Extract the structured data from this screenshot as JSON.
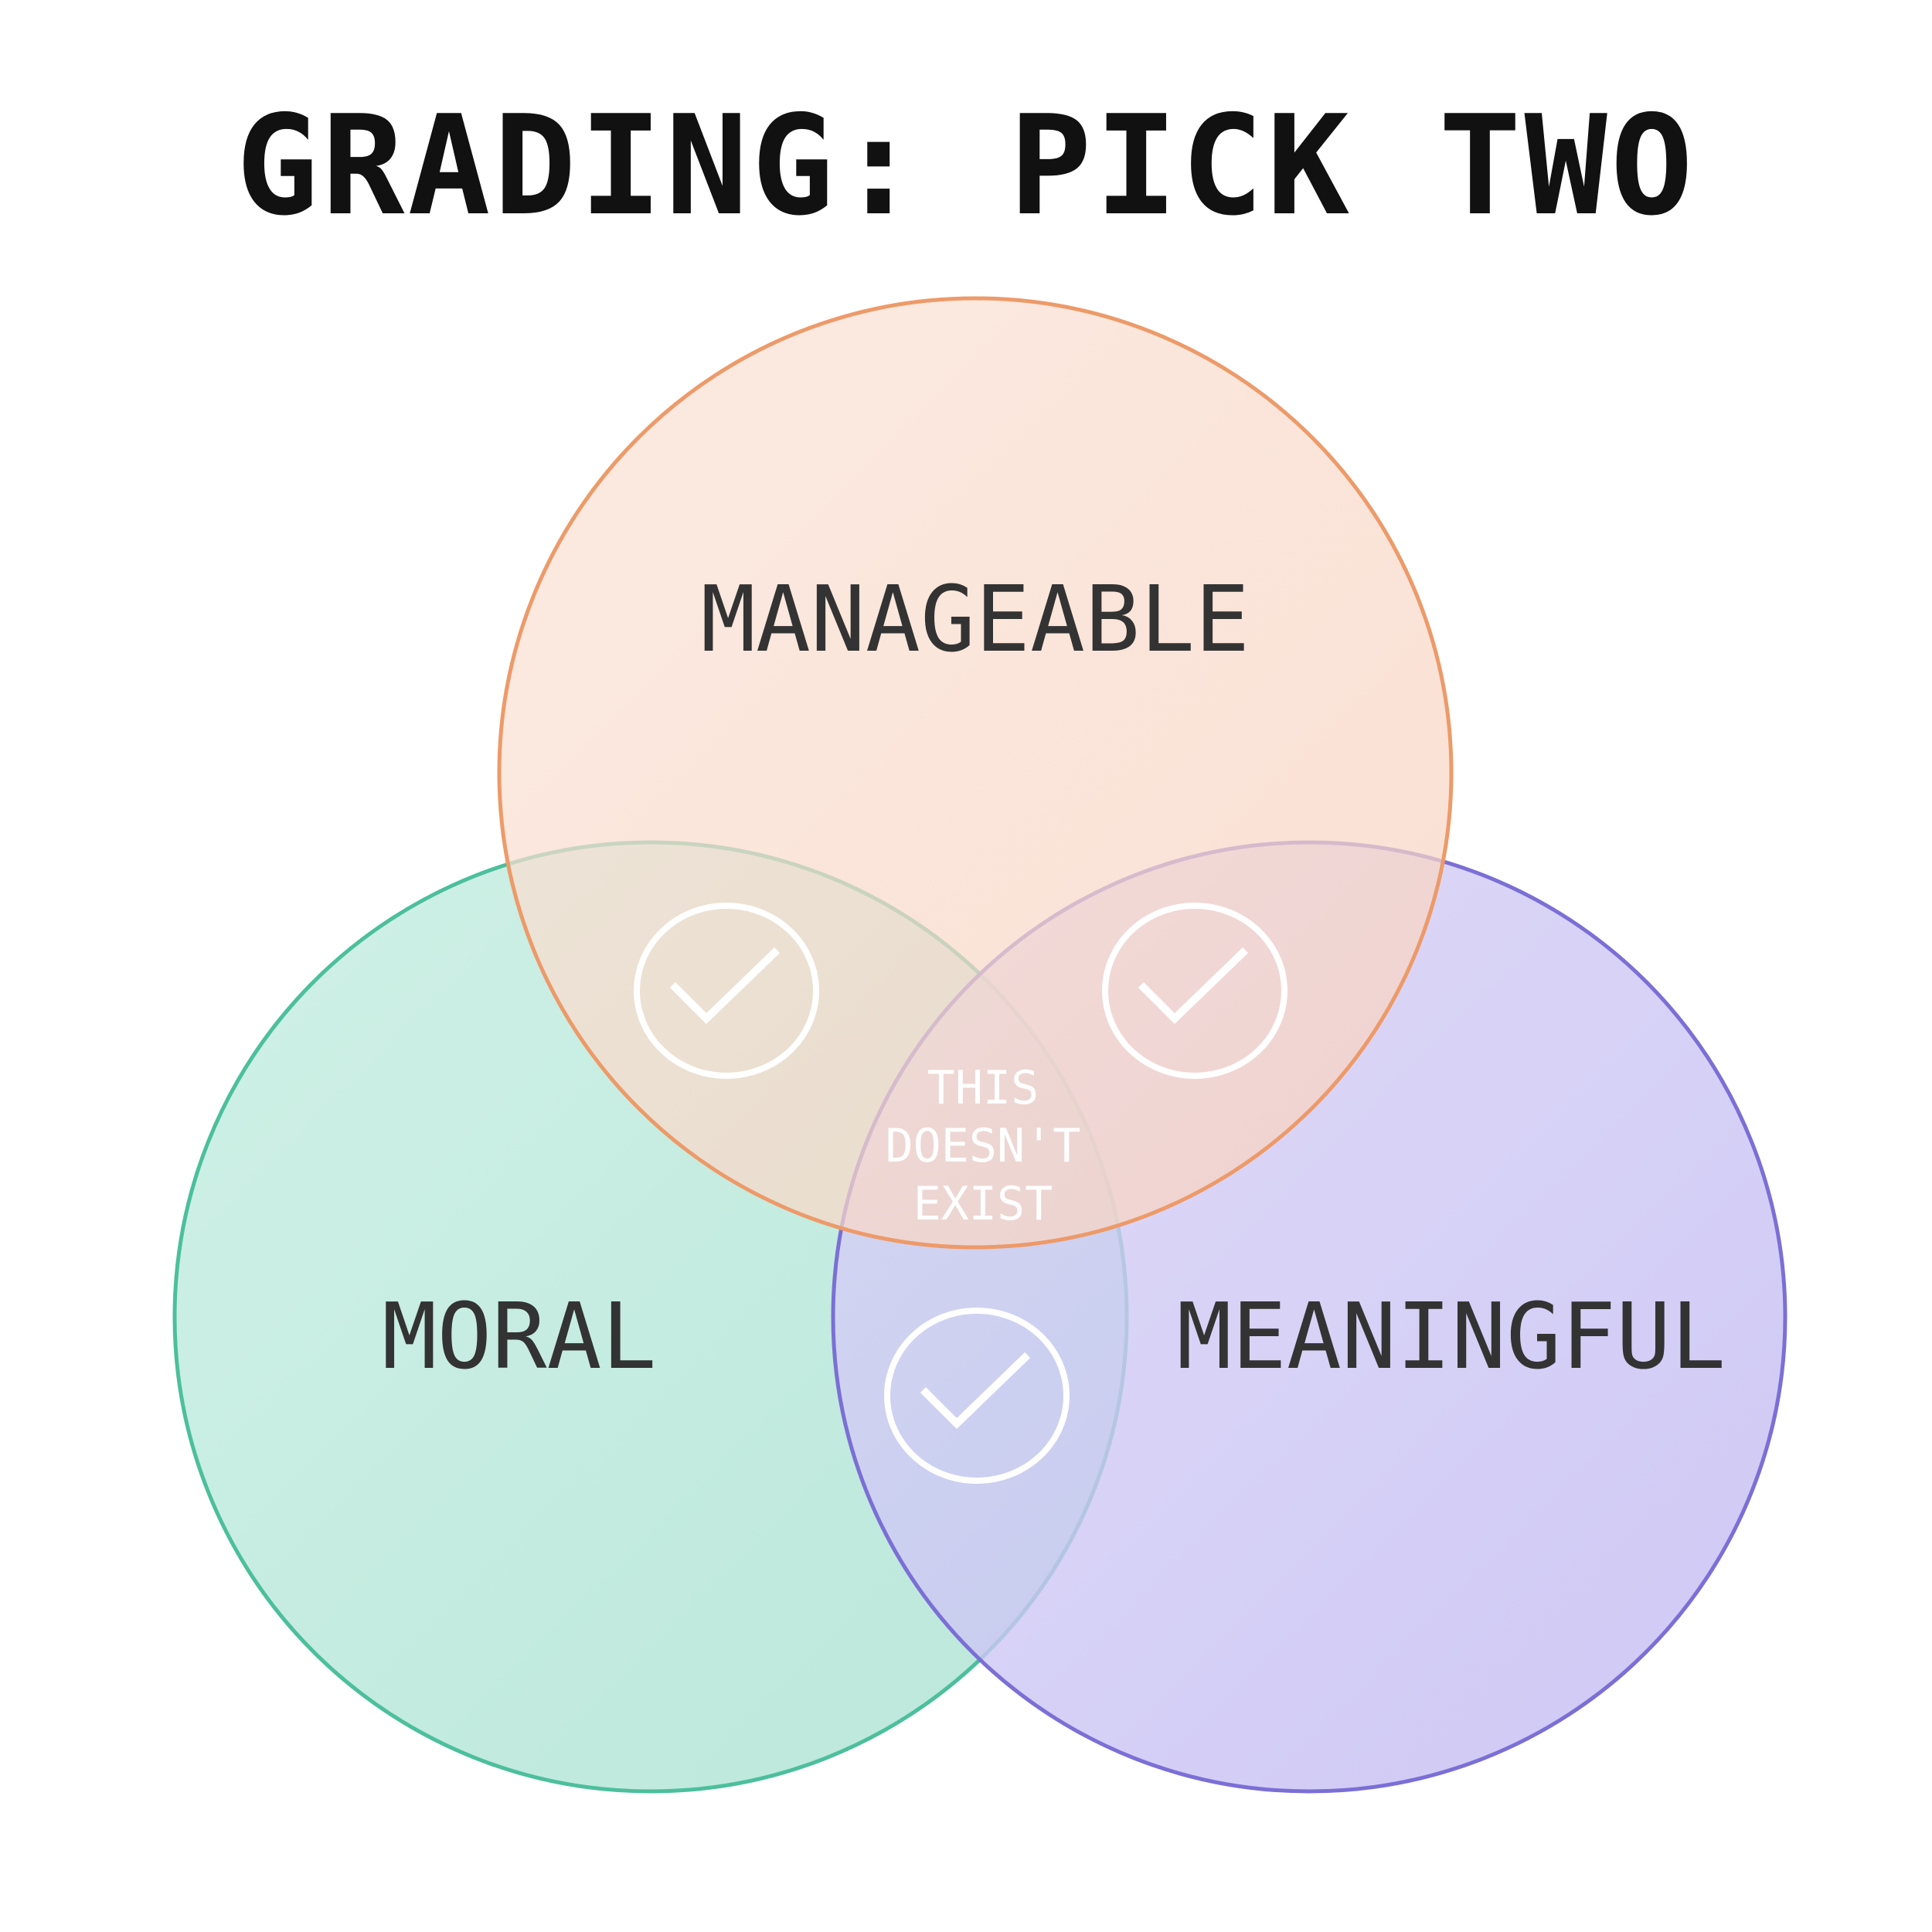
{
  "title": "GRADING: PICK TWO",
  "sets": {
    "manageable": {
      "label": "MANAGEABLE",
      "fill": "#f8cdb8",
      "stroke": "#ed9a69"
    },
    "moral": {
      "label": "MORAL",
      "fill": "#a9e2d2",
      "stroke": "#4cbf9c"
    },
    "meaningful": {
      "label": "MEANINGFUL",
      "fill": "#bdb5ef",
      "stroke": "#7b6fd6"
    }
  },
  "center": {
    "line1": "THIS",
    "line2": "DOESN'T",
    "line3": "EXIST"
  },
  "intersections": [
    {
      "pair": "manageable-moral",
      "icon": "check-icon"
    },
    {
      "pair": "manageable-meaningful",
      "icon": "check-icon"
    },
    {
      "pair": "moral-meaningful",
      "icon": "check-icon"
    }
  ],
  "colors": {
    "background": "#ffffff",
    "title": "#111111",
    "label": "#333333",
    "check": "#ffffff"
  }
}
